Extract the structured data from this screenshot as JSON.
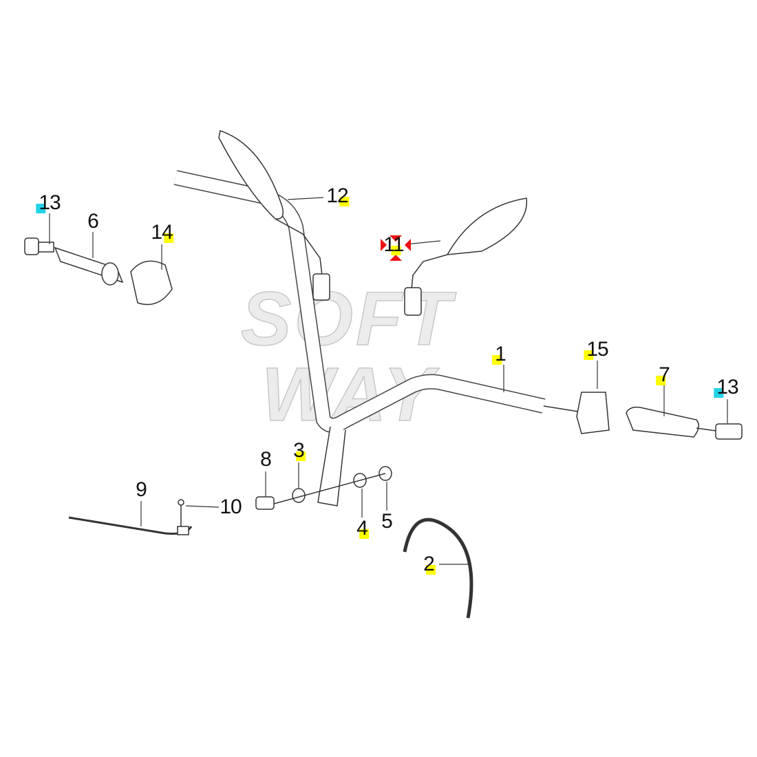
{
  "watermark": {
    "line1": "SOFT",
    "line2": "WAY"
  },
  "callouts": [
    {
      "id": "1",
      "highlight": "#ffff00"
    },
    {
      "id": "2",
      "highlight": "#ffff00"
    },
    {
      "id": "3",
      "highlight": "#ffff00"
    },
    {
      "id": "4",
      "highlight": "#ffff00"
    },
    {
      "id": "5",
      "highlight": ""
    },
    {
      "id": "6",
      "highlight": ""
    },
    {
      "id": "7",
      "highlight": "#ffff00"
    },
    {
      "id": "8",
      "highlight": ""
    },
    {
      "id": "9",
      "highlight": ""
    },
    {
      "id": "10",
      "highlight": ""
    },
    {
      "id": "11",
      "highlight": "#ffff00",
      "selected": true
    },
    {
      "id": "12",
      "highlight": "#ffff00"
    },
    {
      "id": "13",
      "highlight": "#22d3e6"
    },
    {
      "id": "14",
      "highlight": "#ffff00"
    },
    {
      "id": "15",
      "highlight": "#ffff00"
    }
  ],
  "second_13": {
    "id": "13"
  }
}
